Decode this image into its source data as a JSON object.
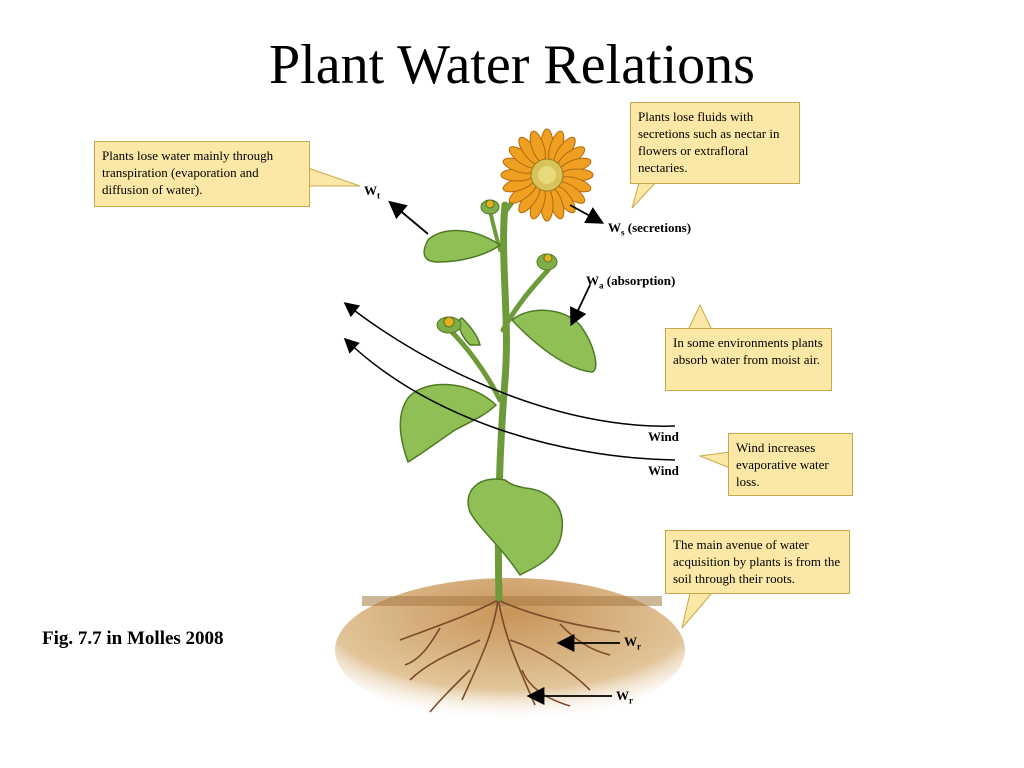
{
  "title": "Plant Water Relations",
  "caption": "Fig. 7.7 in Molles 2008",
  "callouts": {
    "transpiration": "Plants lose water mainly through transpiration (evaporation and diffusion of water).",
    "secretions": "Plants lose fluids with secretions such as nectar in flowers or extrafloral nectaries.",
    "absorption": "In some environments plants absorb water from moist air.",
    "wind": "Wind increases evaporative water loss.",
    "roots": "The main avenue of water acquisition by plants is from the soil through their roots."
  },
  "labels": {
    "wt_main": "W",
    "wt_sub": "t",
    "ws_main": "W",
    "ws_sub": "s",
    "ws_text": " (secretions)",
    "wa_main": "W",
    "wa_sub": "a",
    "wa_text": " (absorption)",
    "wind1": "Wind",
    "wind2": "Wind",
    "wr1_main": "W",
    "wr1_sub": "r",
    "wr2_main": "W",
    "wr2_sub": "r"
  },
  "colors": {
    "callout_fill": "#fbe8a6",
    "leaf": "#8fbf55",
    "soil": "#c89a5e",
    "petal": "#f0a020"
  }
}
